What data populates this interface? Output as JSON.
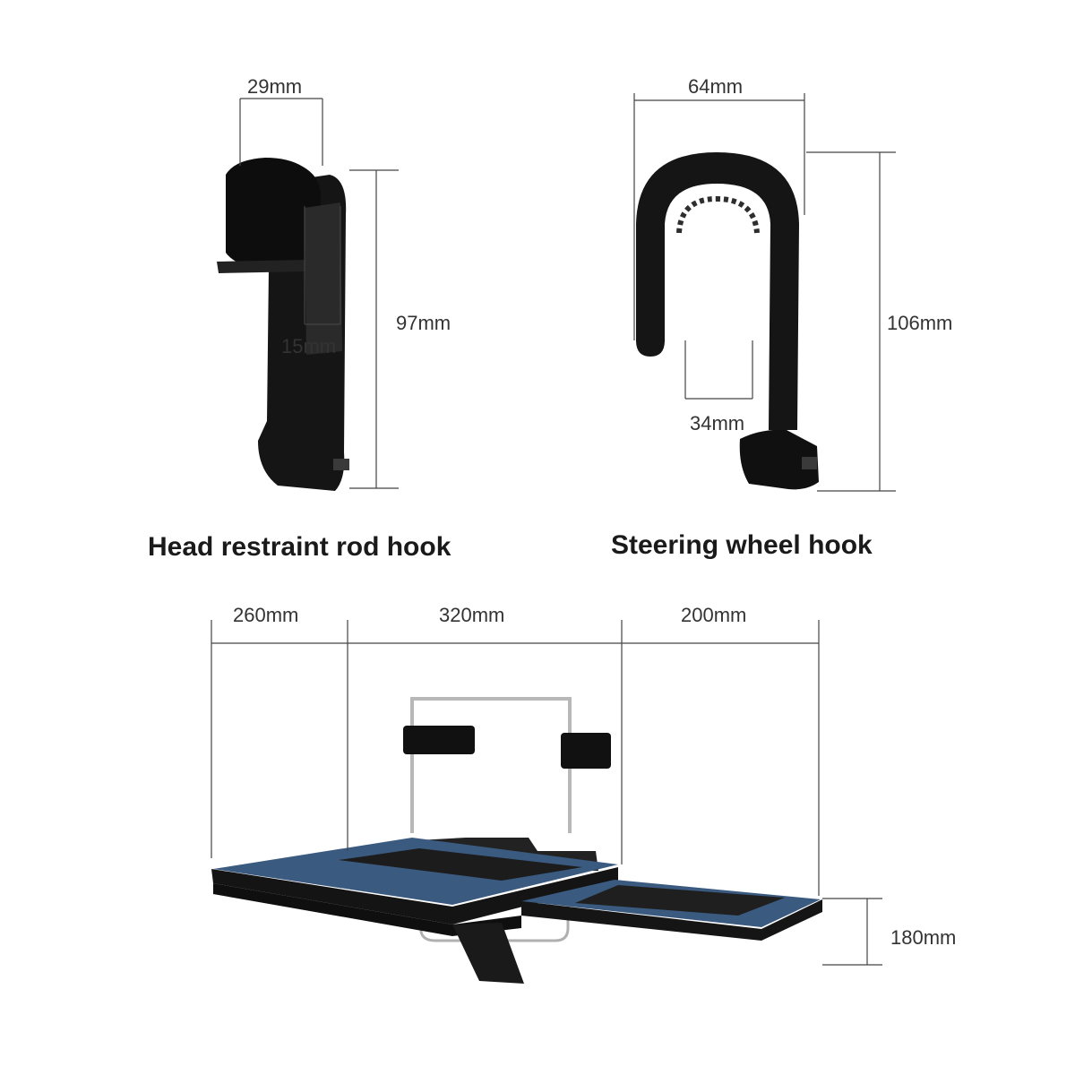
{
  "head_hook": {
    "width_label": "29mm",
    "gap_label": "15mm",
    "height_label": "97mm",
    "caption": "Head restraint rod hook"
  },
  "steering_hook": {
    "width_label": "64mm",
    "gap_label": "34mm",
    "height_label": "106mm",
    "caption": "Steering wheel hook"
  },
  "tray": {
    "left_label": "260mm",
    "middle_label": "320mm",
    "right_label": "200mm",
    "depth_label": "180mm"
  },
  "colors": {
    "plastic": "#111111",
    "tray_surface": "#3a5a80",
    "dimension_line": "#444444",
    "metal": "#b8b8b8"
  }
}
